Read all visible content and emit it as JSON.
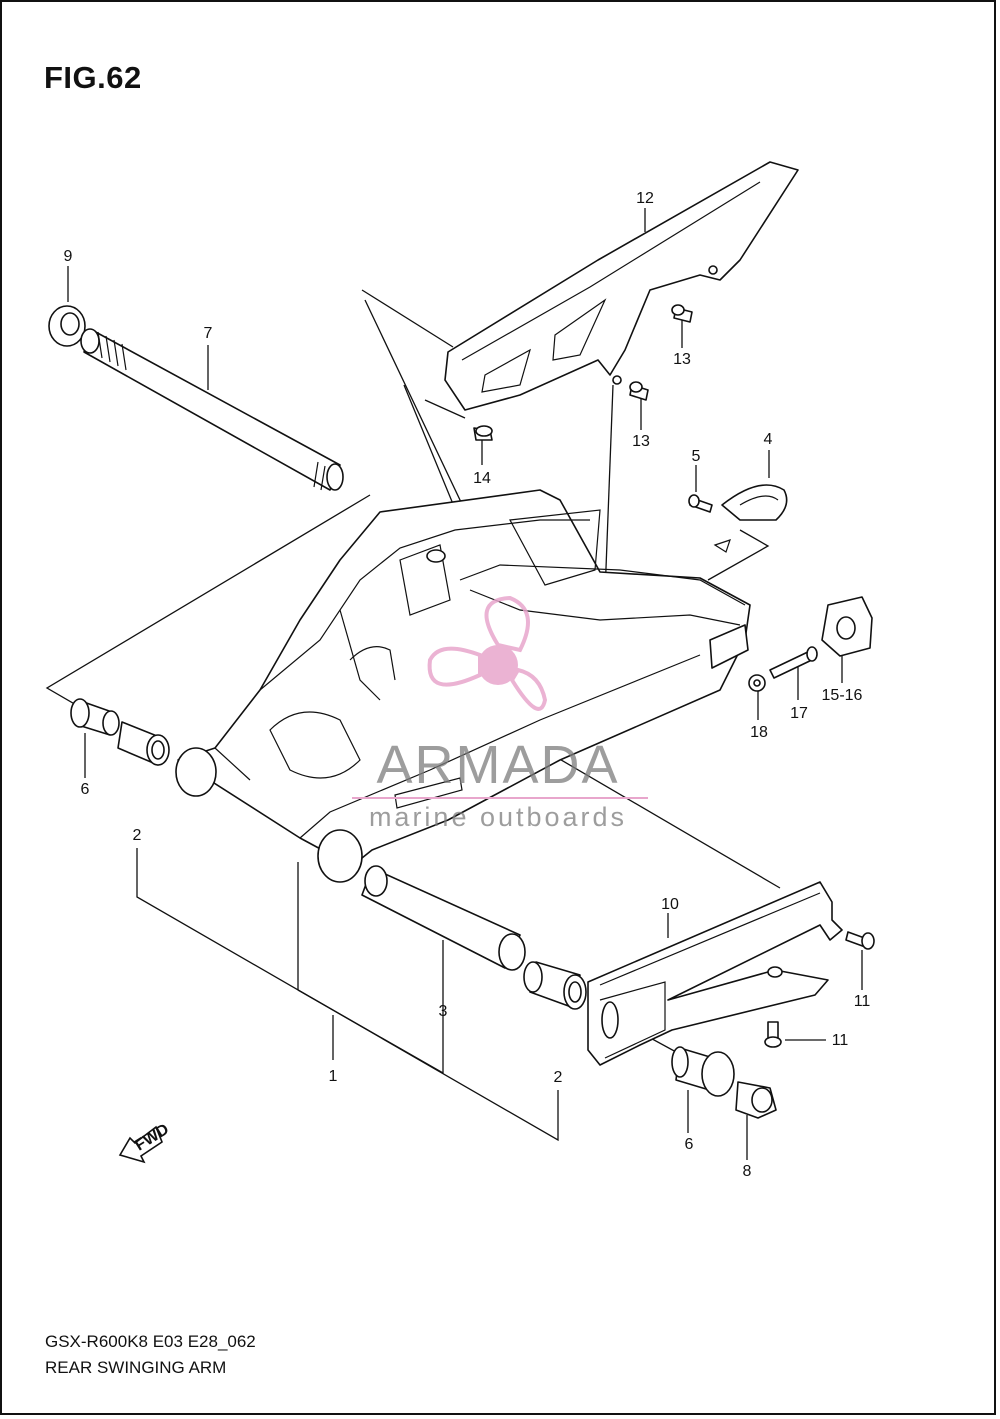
{
  "figure_title": "FIG.62",
  "footer": {
    "model_code": "GSX-R600K8 E03 E28_062",
    "section_name": "REAR SWINGING ARM"
  },
  "watermark": {
    "brand": "ARMADA",
    "tagline": "marine outboards",
    "logo_color": "#e8a6cc"
  },
  "fwd_label": "FWD",
  "callouts": [
    {
      "id": "c1",
      "text": "1"
    },
    {
      "id": "c2a",
      "text": "2"
    },
    {
      "id": "c2b",
      "text": "2"
    },
    {
      "id": "c3",
      "text": "3"
    },
    {
      "id": "c4",
      "text": "4"
    },
    {
      "id": "c5",
      "text": "5"
    },
    {
      "id": "c6a",
      "text": "6"
    },
    {
      "id": "c6b",
      "text": "6"
    },
    {
      "id": "c7",
      "text": "7"
    },
    {
      "id": "c8",
      "text": "8"
    },
    {
      "id": "c9",
      "text": "9"
    },
    {
      "id": "c10",
      "text": "10"
    },
    {
      "id": "c11a",
      "text": "11"
    },
    {
      "id": "c11b",
      "text": "11"
    },
    {
      "id": "c12",
      "text": "12"
    },
    {
      "id": "c13a",
      "text": "13"
    },
    {
      "id": "c13b",
      "text": "13"
    },
    {
      "id": "c14",
      "text": "14"
    },
    {
      "id": "c1516",
      "text": "15-16"
    },
    {
      "id": "c17",
      "text": "17"
    },
    {
      "id": "c18",
      "text": "18"
    }
  ]
}
